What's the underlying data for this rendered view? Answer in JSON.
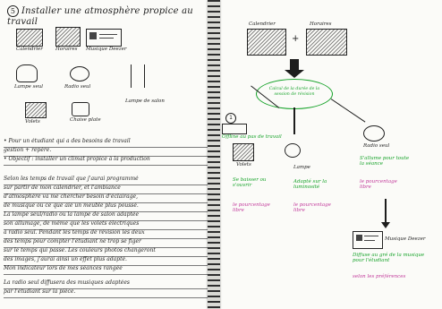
{
  "title": {
    "number": "5",
    "text": "Installer une atmosphère propice au travail"
  },
  "left_page": {
    "app_labels": {
      "calendrier": "Calendrier",
      "horaires": "Horaires",
      "musique": "Musique Deezer",
      "lampe_seul": "Lampe seul",
      "radio_seul": "Radio seul",
      "lampe_couleur": "Lampe de salon",
      "volets": "Volets",
      "chaise": "Chaise plate"
    },
    "notes": [
      "• Pour un étudiant qui a des besoins de travail",
      "  gestion + repère.",
      "• Objectif : installer un climat propice à la production",
      "Selon les temps de travail que j'aurai programmé",
      "sur partir de mon calendrier, et l'ambiance",
      "d'atmosphère va me chercher besoin d'éclairage,",
      "de musique ou ce que aie un meuble plus poussé.",
      "La lampe seul/radio ou la lampe de salon adaptée",
      "son allumage, de même que les volets électriques",
      "à radio seul. Pendant les temps de révision les deux",
      "des temps pour compter l'étudiant ne trop se figer",
      "sur le temps qui passe. Les couleurs photos changeront",
      "des images, j'aurai ainsi un effet plus adapté.",
      "Mon indicateur lors de mes séances rangée",
      "La radio seul diffusera des musiques adaptées",
      "par l'étudiant sur la pièce."
    ]
  },
  "right_page": {
    "top_labels": {
      "calendrier": "Calendrier",
      "horaires": "Horaires"
    },
    "plus": "+",
    "center_node": "Calcul de la durée de la session de révision",
    "nodes": {
      "volets": {
        "label": "Volets",
        "green": "Se baisser ou s'ouvrir",
        "pink": "le pourcentage libre"
      },
      "lampe": {
        "label": "Lampe",
        "green": "Adapté sur la luminosité",
        "pink": "le pourcentage libre"
      },
      "radio": {
        "label": "Radio seul",
        "green": "S'allume pour toute la séance",
        "pink": "le pourcentage libre"
      },
      "musique": {
        "label": "Musique Deezer",
        "green": "Diffuse au gré de la musique pour l'étudiant",
        "pink": "selon les préférences"
      }
    },
    "offline_note": "Offline au pas de travail"
  }
}
